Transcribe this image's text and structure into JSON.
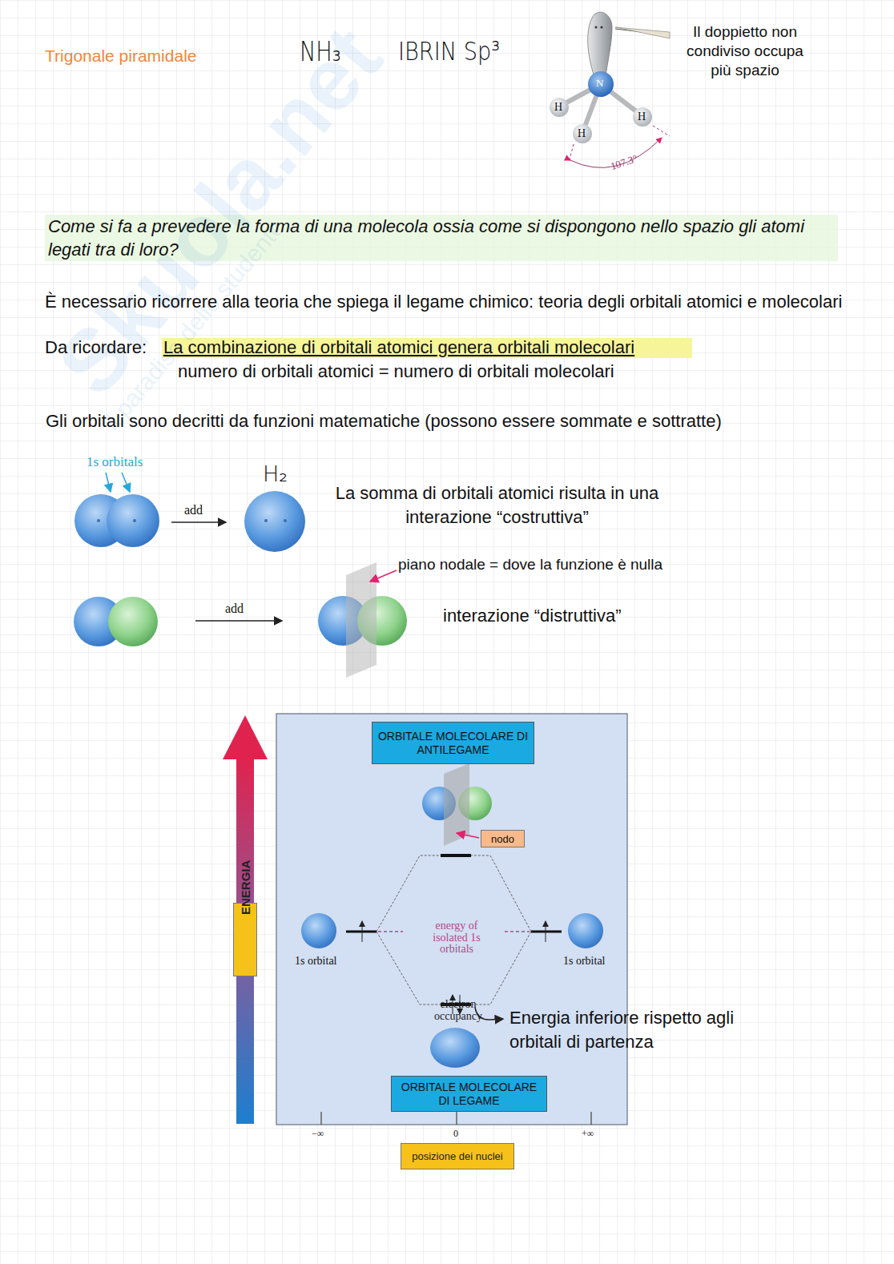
{
  "diagram": {
    "nodes": [
      {
        "text": [
          "energy of isolated 1s orbitals",
          "electron occupancy"
        ]
      },
      {
        "text": [
          "ORBITALE MOLECOLARE DI ANTILEGAME"
        ],
        "in": 0
      },
      {
        "text": [
          "nodo"
        ],
        "in": 0
      },
      {
        "text": [
          "ORBITALE MOLECOLARE DI LEGAME"
        ],
        "in": 0
      },
      {
        "text": [
          "ENERGIA"
        ]
      },
      {
        "text": [
          "posizione dei nuclei"
        ]
      }
    ],
    "labels": [
      "Trigonale piramidale",
      "NH₃",
      "IBRIN Sp³",
      "Il doppietto non condiviso occupa più spazio",
      "N",
      "H",
      "H",
      "H",
      "107.3°",
      "Come si fa a prevedere la forma di una molecola ossia come si dispongono nello spazio gli atomi legati tra di loro?",
      "È necessario ricorrere alla teoria che spiega il legame chimico: teoria degli orbitali atomici e molecolari",
      "Da ricordare:",
      "La combinazione di orbitali atomici genera orbitali molecolari",
      "numero di orbitali atomici = numero di orbitali molecolari",
      "Gli orbitali sono decritti da funzioni matematiche (possono essere sommate e sottratte)",
      "1s orbitals",
      "add",
      "H₂",
      "La somma di orbitali atomici risulta in una interazione “costruttiva”",
      "piano nodale = dove la funzione è nulla",
      "add",
      "interazione “distruttiva”",
      "1s orbital",
      "1s orbital",
      "Energia inferiore rispetto agli orbitali di partenza",
      "−∞",
      "0",
      "+∞",
      "Skuola.net",
      "il paradiso dello studente"
    ]
  }
}
